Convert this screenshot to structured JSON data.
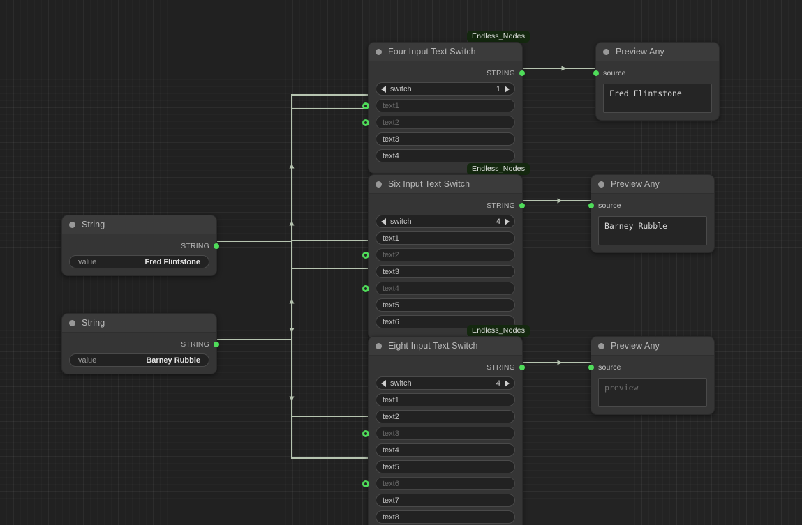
{
  "app": {
    "canvas_name": "node-graph-canvas",
    "package_badge": "Endless_Nodes",
    "accent_green": "#4fdc5a",
    "wire_color": "#b6c4b0",
    "badge_bg": "#14280f",
    "node_bg": "#353535",
    "canvas_bg": "#232323"
  },
  "nodes": {
    "string1": {
      "title": "String",
      "output_label": "STRING",
      "value_label": "value",
      "value": "Fred Flintstone"
    },
    "string2": {
      "title": "String",
      "output_label": "STRING",
      "value_label": "value",
      "value": "Barney Rubble"
    },
    "four_switch": {
      "title": "Four Input Text Switch",
      "badge": "Endless_Nodes",
      "output_label": "STRING",
      "switch_label": "switch",
      "switch_value": "1",
      "inputs": [
        {
          "label": "text1",
          "connected": true
        },
        {
          "label": "text2",
          "connected": true
        },
        {
          "label": "text3",
          "connected": false
        },
        {
          "label": "text4",
          "connected": false
        }
      ]
    },
    "six_switch": {
      "title": "Six Input Text Switch",
      "badge": "Endless_Nodes",
      "output_label": "STRING",
      "switch_label": "switch",
      "switch_value": "4",
      "inputs": [
        {
          "label": "text1",
          "connected": false
        },
        {
          "label": "text2",
          "connected": true
        },
        {
          "label": "text3",
          "connected": false
        },
        {
          "label": "text4",
          "connected": true
        },
        {
          "label": "text5",
          "connected": false
        },
        {
          "label": "text6",
          "connected": false
        }
      ]
    },
    "eight_switch": {
      "title": "Eight Input Text Switch",
      "badge": "Endless_Nodes",
      "output_label": "STRING",
      "switch_label": "switch",
      "switch_value": "4",
      "inputs": [
        {
          "label": "text1",
          "connected": false
        },
        {
          "label": "text2",
          "connected": false
        },
        {
          "label": "text3",
          "connected": true
        },
        {
          "label": "text4",
          "connected": false
        },
        {
          "label": "text5",
          "connected": false
        },
        {
          "label": "text6",
          "connected": true
        },
        {
          "label": "text7",
          "connected": false
        },
        {
          "label": "text8",
          "connected": false
        }
      ]
    },
    "preview1": {
      "title": "Preview Any",
      "source_label": "source",
      "text": "Fred Flintstone",
      "is_placeholder": false
    },
    "preview2": {
      "title": "Preview Any",
      "source_label": "source",
      "text": "Barney Rubble",
      "is_placeholder": false
    },
    "preview3": {
      "title": "Preview Any",
      "source_label": "source",
      "text": "preview",
      "is_placeholder": true
    }
  }
}
